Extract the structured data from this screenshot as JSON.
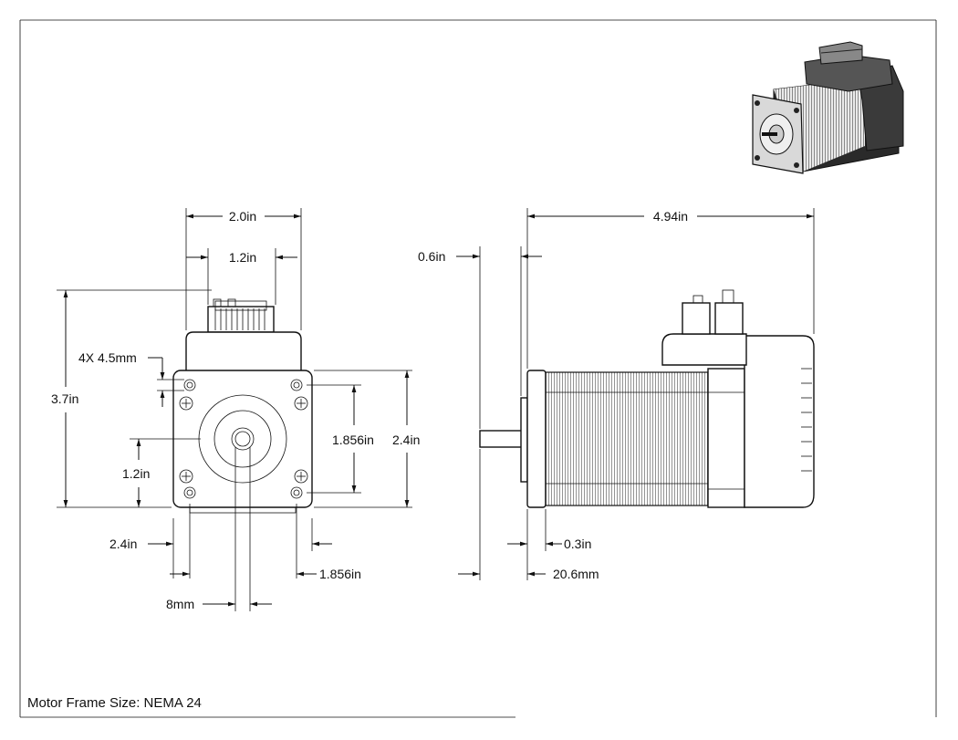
{
  "front_view": {
    "overall_width": "2.0in",
    "connector_width": "1.2in",
    "hole_spec": "4X 4.5mm",
    "overall_height": "3.7in",
    "hole_spacing_v": "1.856in",
    "frame_height": "2.4in",
    "shaft_center_height": "1.2in",
    "frame_width": "2.4in",
    "hole_spacing_h": "1.856in",
    "shaft_diameter": "8mm"
  },
  "side_view": {
    "overall_length": "4.94in",
    "shaft_length": "0.6in",
    "flange_thickness": "0.3in",
    "pilot_length": "20.6mm"
  },
  "footer": {
    "frame_size": "Motor Frame Size: NEMA 24"
  }
}
